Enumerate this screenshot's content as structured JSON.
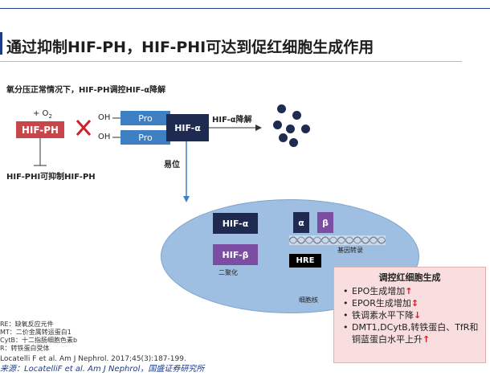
{
  "title": "通过抑制HIF-PH，HIF-PHI可达到促红细胞生成作用",
  "subtitle": "氧分压正常情况下，HIF-PH调控HIF-α降解",
  "o2_label": "+ O",
  "o2_sub": "2",
  "hif_ph": "HIF-PH",
  "oh1": "OH",
  "oh2": "OH",
  "pro1": "Pro",
  "pro2": "Pro",
  "hif_alpha": "HIF-α",
  "degradation_label": "HIF-α降解",
  "inhibit_label": "HIF-PHI可抑制HIF-PH",
  "translocation_label": "易位",
  "nucleus": {
    "hif_alpha": "HIF-α",
    "hif_beta": "HIF-β",
    "dimer_label": "二聚化",
    "alpha": "α",
    "beta": "β",
    "gene_label": "基因转录",
    "hre": "HRE",
    "nucleus_label": "细胞核"
  },
  "callout": {
    "heading": "调控红细胞生成",
    "items": [
      {
        "text": "EPO生成增加",
        "arrow": "↑"
      },
      {
        "text": "EPOR生成增加",
        "arrow": "↕"
      },
      {
        "text": "铁调素水平下降",
        "arrow": "↓"
      },
      {
        "text": "DMT1,DCytB,转铁蛋白、TfR和铜蓝蛋白水平上升",
        "arrow": "↑"
      }
    ]
  },
  "footnotes": [
    "RE：缺氧反应元件",
    "MT：二价金属转运蛋白1",
    "CytB：十二指肠细胞色素b",
    "R：转铁蛋白受体"
  ],
  "citation": "Locatelli F et al. Am J Nephrol. 2017;45(3):187-199.",
  "source": "来源：LocatelliF et al. Am J Nephrol，国盛证券研究所",
  "colors": {
    "red": "#c8464a",
    "blue": "#3f7fc4",
    "navy": "#1e2a50",
    "purple": "#7b4ea3",
    "oval": "#9fbfe2",
    "callout": "#f8dede",
    "header_line": "#1e3a8a"
  }
}
